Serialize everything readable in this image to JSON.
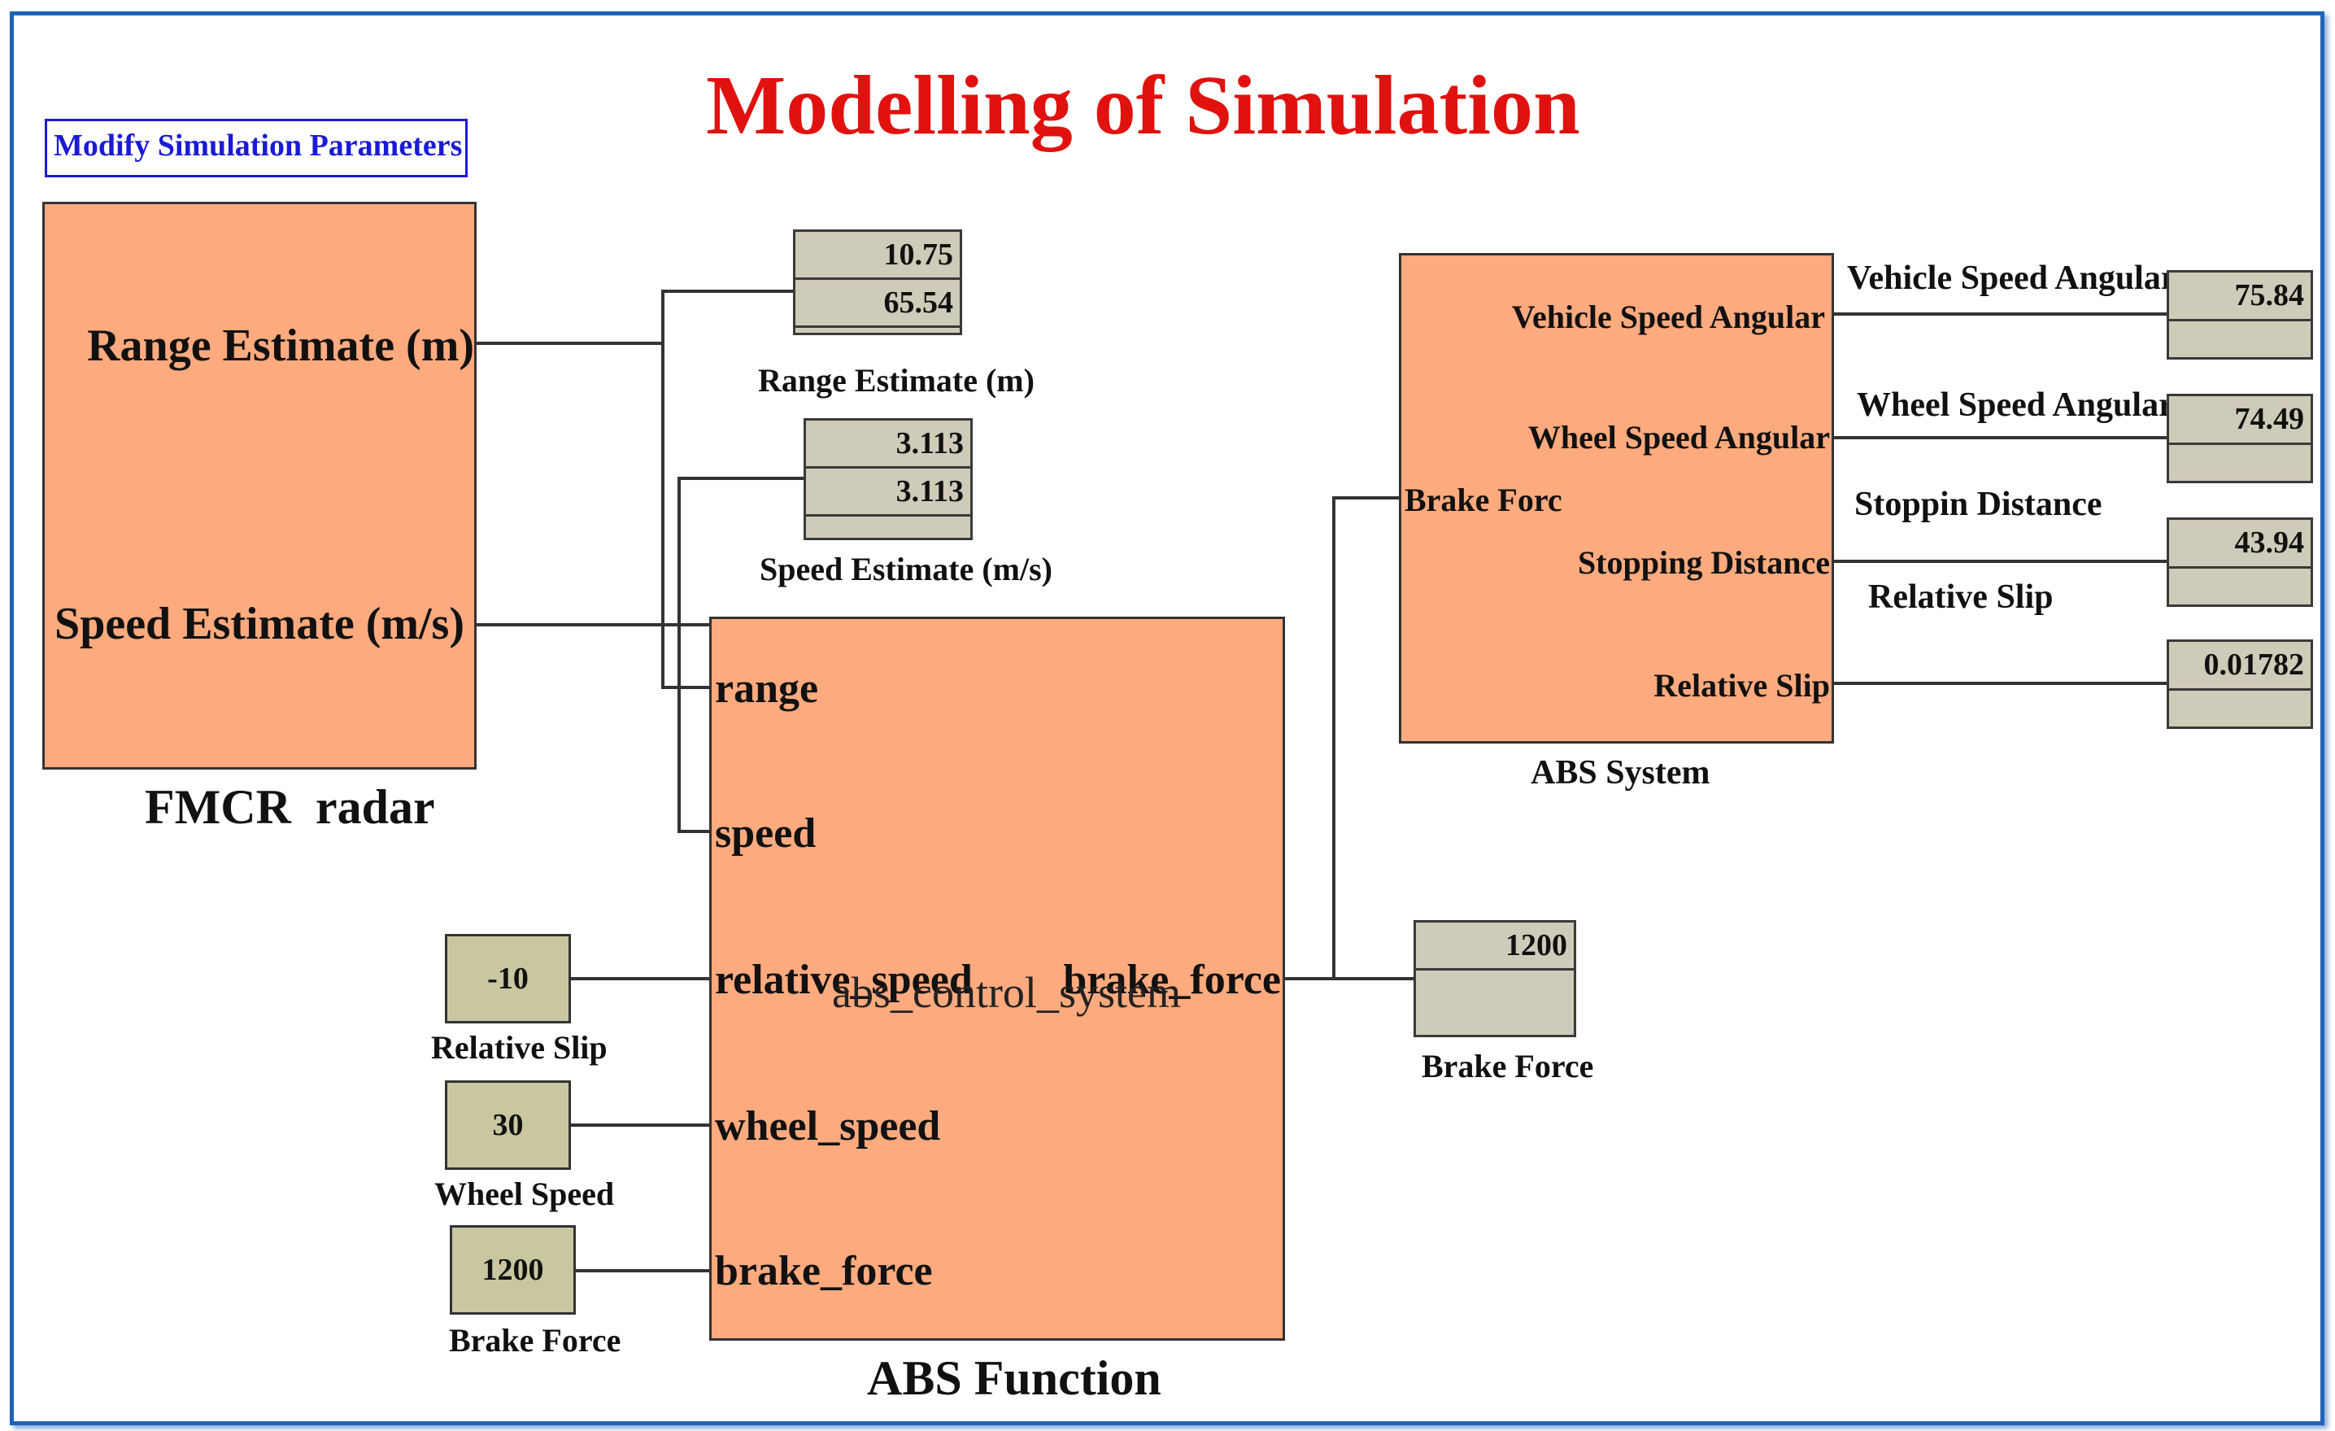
{
  "title": "Modelling of Simulation",
  "modify_button": "Modify Simulation Parameters",
  "fmcr": {
    "range_port": "Range Estimate (m)",
    "speed_port": "Speed Estimate (m/s)",
    "caption": "FMCR  radar"
  },
  "range_display": {
    "values": [
      "10.75",
      "65.54"
    ],
    "caption": "Range Estimate (m)"
  },
  "speed_display": {
    "values": [
      "3.113",
      "3.113"
    ],
    "caption": "Speed Estimate (m/s)"
  },
  "abs_function": {
    "ports_in": [
      "range",
      "speed",
      "relative_speed",
      "wheel_speed",
      "brake_force"
    ],
    "port_out": "brake_force",
    "inner_label": "abs_control_system",
    "caption": "ABS Function"
  },
  "constants": [
    {
      "value": "-10",
      "caption": "Relative Slip"
    },
    {
      "value": "30",
      "caption": "Wheel Speed"
    },
    {
      "value": "1200",
      "caption": "Brake Force"
    }
  ],
  "brake_display": {
    "value": "1200",
    "caption": "Brake Force"
  },
  "abs_system": {
    "port_in": "Brake Forc",
    "ports_out": [
      "Vehicle Speed Angular",
      "Wheel Speed Angular",
      "Stopping Distance",
      "Relative Slip"
    ],
    "caption": "ABS System"
  },
  "output_labels": [
    "Vehicle Speed Angular",
    "Wheel Speed Angular",
    "Stoppin Distance",
    "Relative Slip"
  ],
  "output_values": [
    "75.84",
    "74.49",
    "43.94",
    "0.01782"
  ],
  "colors": {
    "block_fill": "#fdaa7e",
    "title": "#e0120f",
    "link": "#1a1ad6",
    "frame": "#1f63b8"
  }
}
